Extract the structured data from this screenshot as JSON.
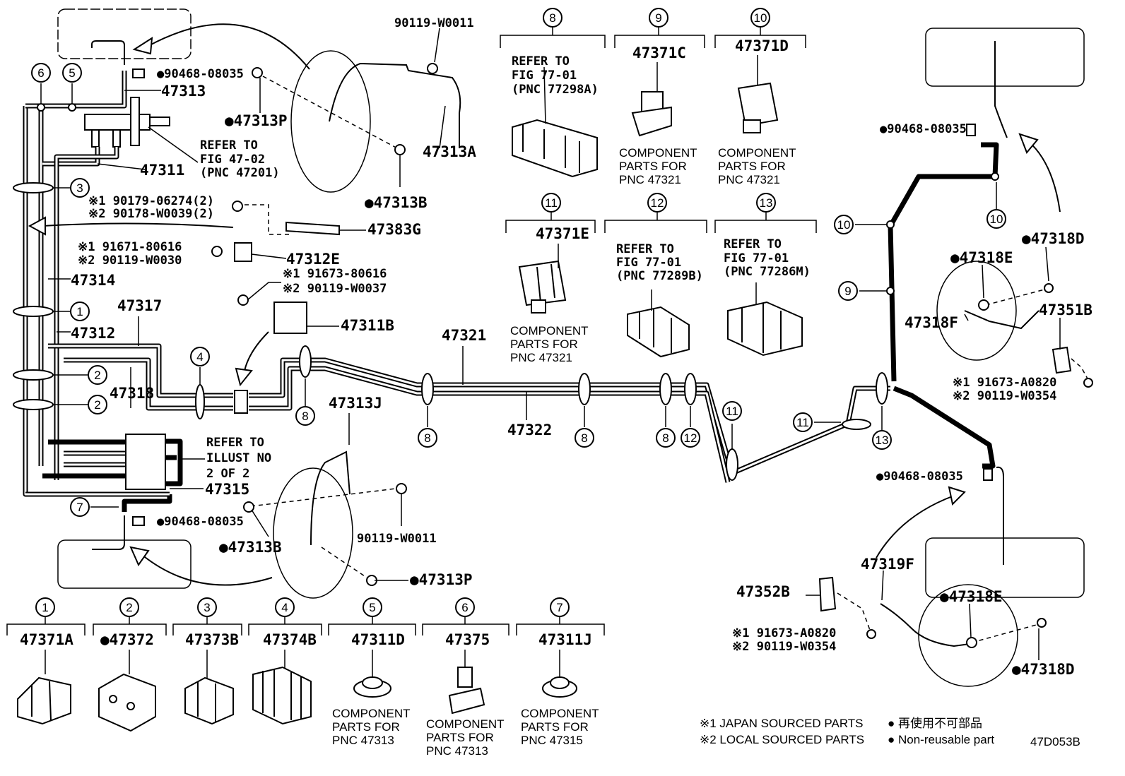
{
  "title": "",
  "diagram_code": "47D053B",
  "labels": {
    "p90119_W0011_top": "90119-W0011",
    "p90468_08035_a": "●90468-08035",
    "p47313": "47313",
    "p47313P_a": "●47313P",
    "p47313A": "47313A",
    "p47313B_a": "●47313B",
    "refer_fig47_l1": "REFER TO",
    "refer_fig47_l2": "FIG 47-02",
    "refer_fig47_l3": "(PNC 47201)",
    "p47311": "47311",
    "note_90179": "※1 90179-06274(2)",
    "note_90178": "※2 90178-W0039(2)",
    "p47383G": "47383G",
    "note_91671": "※1 91671-80616",
    "note_90119_W0030": "※2 90119-W0030",
    "p47312E": "47312E",
    "note_91673_80616": "※1 91673-80616",
    "note_90119_W0037": "※2 90119-W0037",
    "p47314": "47314",
    "p47317": "47317",
    "p47311B": "47311B",
    "p47312": "47312",
    "p47318": "47318",
    "p47321": "47321",
    "p47322": "47322",
    "p47313J": "47313J",
    "refer_illust_l1": "REFER TO",
    "refer_illust_l2": "ILLUST NO",
    "refer_illust_l3": "2 OF 2",
    "p47315": "47315",
    "p90468_08035_b": "●90468-08035",
    "p47313B_b": "●47313B",
    "p90119_W0011_bot": "90119-W0011",
    "p47313P_b": "●47313P",
    "refer_77298A_l1": "REFER TO",
    "refer_77298A_l2": "FIG 77-01",
    "refer_77298A_l3": "(PNC 77298A)",
    "p47371C": "47371C",
    "p47371D": "47371D",
    "comp_c_l1": "COMPONENT",
    "comp_c_l2": "PARTS FOR",
    "comp_c_l3": "PNC 47321",
    "comp_d_l1": "COMPONENT",
    "comp_d_l2": "PARTS FOR",
    "comp_d_l3": "PNC 47321",
    "p47371E": "47371E",
    "comp_e_l1": "COMPONENT",
    "comp_e_l2": "PARTS FOR",
    "comp_e_l3": "PNC 47321",
    "refer_77289B_l1": "REFER TO",
    "refer_77289B_l2": "FIG 77-01",
    "refer_77289B_l3": "(PNC 77289B)",
    "refer_77286M_l1": "REFER TO",
    "refer_77286M_l2": "FIG 77-01",
    "refer_77286M_l3": "(PNC 77286M)",
    "p90468_08035_c": "●90468-08035",
    "p47318D_a": "●47318D",
    "p47318E_a": "●47318E",
    "p47318F": "47318F",
    "p47351B": "47351B",
    "note_91673_A0820_a": "※1 91673-A0820",
    "note_90119_W0354_a": "※2 90119-W0354",
    "p90468_08035_d": "●90468-08035",
    "p47319F": "47319F",
    "p47352B": "47352B",
    "note_91673_A0820_b": "※1 91673-A0820",
    "note_90119_W0354_b": "※2 90119-W0354",
    "p47318E_b": "●47318E",
    "p47318D_b": "●47318D",
    "p47371A": "47371A",
    "p47372": "●47372",
    "p47373B": "47373B",
    "p47374B": "47374B",
    "p47311D": "47311D",
    "p47375": "47375",
    "p47311J": "47311J",
    "comp_5_l1": "COMPONENT",
    "comp_5_l2": "PARTS FOR",
    "comp_5_l3": "PNC 47313",
    "comp_6_l1": "COMPONENT",
    "comp_6_l2": "PARTS FOR",
    "comp_6_l3": "PNC 47313",
    "comp_7_l1": "COMPONENT",
    "comp_7_l2": "PARTS FOR",
    "comp_7_l3": "PNC 47315"
  },
  "legend": {
    "japan": "※1 JAPAN SOURCED PARTS",
    "local": "※2 LOCAL SOURCED PARTS",
    "nonreuse_jp": "● 再使用不可部品",
    "nonreuse_en": "● Non-reusable part"
  },
  "callouts": {
    "c1": "1",
    "c2": "2",
    "c3": "3",
    "c4": "4",
    "c5": "5",
    "c6": "6",
    "c7": "7",
    "c8": "8",
    "c9": "9",
    "c10": "10",
    "c11": "11",
    "c12": "12",
    "c13": "13"
  }
}
